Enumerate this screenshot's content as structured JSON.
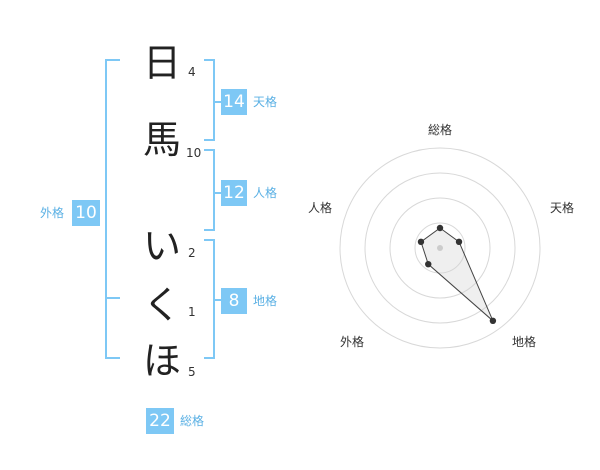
{
  "name_chars": [
    "日",
    "馬",
    "い",
    "く",
    "ほ"
  ],
  "strokes": [
    "4",
    "10",
    "2",
    "1",
    "5"
  ],
  "tenkaku": {
    "value": "14",
    "label": "天格"
  },
  "jinkaku": {
    "value": "12",
    "label": "人格"
  },
  "chikaku": {
    "value": "8",
    "label": "地格"
  },
  "gaikaku": {
    "value": "10",
    "label": "外格"
  },
  "soukaku": {
    "value": "22",
    "label": "総格"
  },
  "colors": {
    "accent": "#7ec8f5",
    "accent_text": "#5ab0e4"
  },
  "chart_data": {
    "type": "radar",
    "axes": [
      "総格",
      "天格",
      "地格",
      "外格",
      "人格"
    ],
    "values": [
      0.2,
      0.2,
      0.9,
      0.2,
      0.2
    ],
    "max": 1,
    "rings": 4
  }
}
